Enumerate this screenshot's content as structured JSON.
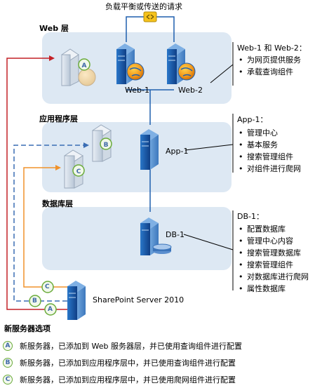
{
  "top_label": "负载平衡或传送的请求",
  "tiers": {
    "web": {
      "title": "Web 层",
      "servers": [
        "Web-1",
        "Web-2"
      ]
    },
    "app": {
      "title": "应用程序层",
      "servers": [
        "App-1"
      ]
    },
    "db": {
      "title": "数据库层",
      "servers": [
        "DB-1"
      ]
    }
  },
  "callouts": {
    "web": {
      "heading": "Web-1 和 Web-2：",
      "items": [
        "为网页提供服务",
        "承载查询组件"
      ]
    },
    "app": {
      "heading": "App-1：",
      "items": [
        "管理中心",
        "基本服务",
        "搜索管理组件",
        "对组件进行爬网"
      ]
    },
    "db": {
      "heading": "DB-1：",
      "items": [
        "配置数据库",
        "管理中心内容",
        "搜索管理数据库",
        "搜索管理组件",
        "对数据库进行爬网",
        "属性数据库"
      ]
    }
  },
  "new_server": {
    "label": "SharePoint Server 2010",
    "badges": [
      "C",
      "B",
      "A"
    ]
  },
  "options": {
    "title": "新服务器选项",
    "items": [
      {
        "badge": "A",
        "text": "新服务器，已添加到 Web 服务器层，并已使用查询组件进行配置"
      },
      {
        "badge": "B",
        "text": "新服务器，已添加到应用程序层中，并已使用查询组件进行配置"
      },
      {
        "badge": "C",
        "text": "新服务器，已添加到应用程序层中，并已使用爬网组件进行配置"
      }
    ]
  },
  "colors": {
    "tier_bg": "#dde8f3",
    "server_blue": "#1f5fae",
    "line_blue": "#1f5fae",
    "red": "#c42026",
    "orange": "#f0922b",
    "dash_blue": "#3a6db4",
    "badge_green": "#6aab3a"
  }
}
